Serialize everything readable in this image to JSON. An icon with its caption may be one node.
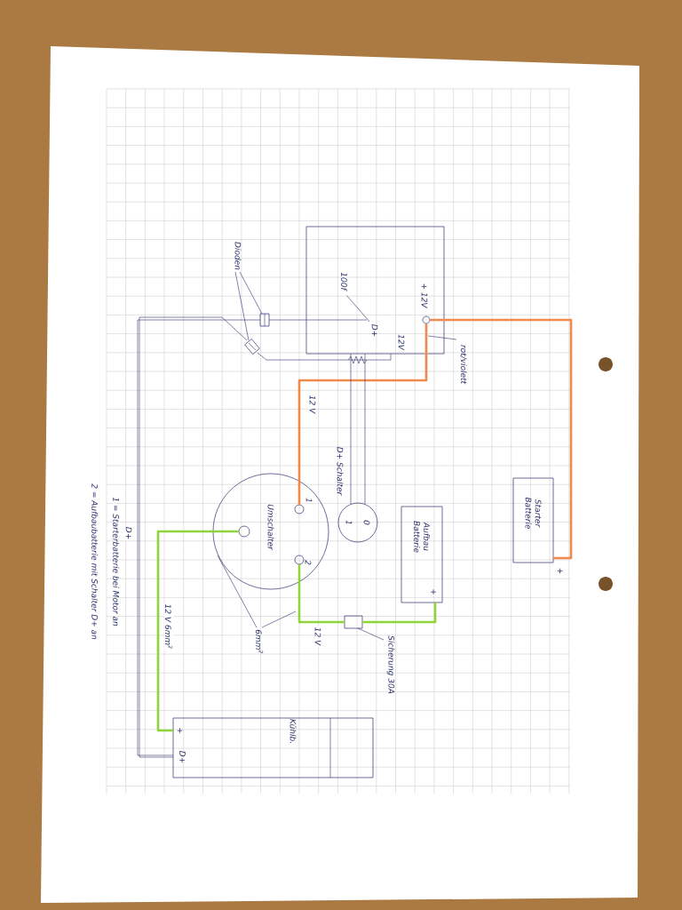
{
  "diagram": {
    "nodes": [
      {
        "text": [
          "+ 12V",
          "12V"
        ]
      },
      {
        "text": [
          "Dioden"
        ]
      },
      {
        "text": [],
        "shape": "box"
      },
      {
        "text": [],
        "shape": "box"
      },
      {
        "text": [
          "Umschalter"
        ]
      },
      {
        "text": [
          "1",
          "0"
        ],
        "beside": [
          "D+ Schalter"
        ]
      },
      {
        "text": [
          "Starter Batterie"
        ],
        "beside": [
          "+"
        ]
      },
      {
        "text": [
          "Aufbau Batterie",
          "+"
        ]
      },
      {
        "text": [],
        "shape": "box"
      },
      {
        "text": [
          "Sicherung 30A"
        ]
      },
      {
        "text": [
          "Kühlb.",
          "+",
          "D+"
        ]
      },
      {
        "text": [
          "rot/violett"
        ]
      },
      {
        "text": [
          "6mm$^{2}$"
        ]
      },
      {
        "text": [],
        "shape": "circle",
        "in": 4,
        "beside": [
          "1"
        ]
      },
      {
        "text": [],
        "shape": "circle",
        "in": 4
      },
      {
        "text": [],
        "shape": "circle",
        "in": 4,
        "beside": [
          "2"
        ]
      },
      {
        "text": [],
        "shape": "circle",
        "in": 0
      },
      {
        "text": [
          "100f"
        ],
        "in": 0
      },
      {
        "text": [
          "D+"
        ],
        "in": 0
      }
    ],
    "edges": [
      {
        "from": 16,
        "to": 6,
        "arrow": "none",
        "style": "thick",
        "color": "#f08a4b"
      },
      {
        "from": 16,
        "to": 13,
        "arrow": "none",
        "style": "thick",
        "color": "#f08a4b",
        "label": "12 V"
      },
      {
        "from": 14,
        "to": 10,
        "arrow": "none",
        "style": "thick",
        "color": "#8fd43a",
        "label": "12 V 6mm$^{2}$"
      },
      {
        "from": 15,
        "to": 8,
        "arrow": "none",
        "style": "thick",
        "color": "#8fd43a",
        "label": "12 V"
      },
      {
        "from": 8,
        "to": 7,
        "arrow": "none",
        "style": "thick",
        "color": "#8fd43a"
      },
      {
        "from": 5,
        "to": 0,
        "arrow": "none"
      },
      {
        "from": 5,
        "to": 0,
        "arrow": "none"
      },
      {
        "from": 18,
        "to": 2,
        "arrow": "none"
      },
      {
        "from": 2,
        "to": 10,
        "arrow": "none",
        "label": "D+"
      },
      {
        "from": 0,
        "to": 3,
        "arrow": "none"
      },
      {
        "from": 3,
        "to": 10,
        "arrow": "none"
      },
      {
        "from": 1,
        "to": 2,
        "arrow": "none"
      },
      {
        "from": 1,
        "to": 3,
        "arrow": "none"
      },
      {
        "from": 9,
        "to": 8,
        "arrow": "none"
      },
      {
        "from": 11,
        "to": 0,
        "arrow": "none"
      },
      {
        "from": 12,
        "to": null,
        "arrow": "none"
      },
      {
        "from": 12,
        "to": 4,
        "arrow": "none"
      },
      {
        "from": 17,
        "to": 18,
        "arrow": "none"
      }
    ],
    "labels": [
      "1 = Starterbatterie bei Motor an",
      "2 = Aufbaubatterie mit Schalter D+ an"
    ]
  }
}
